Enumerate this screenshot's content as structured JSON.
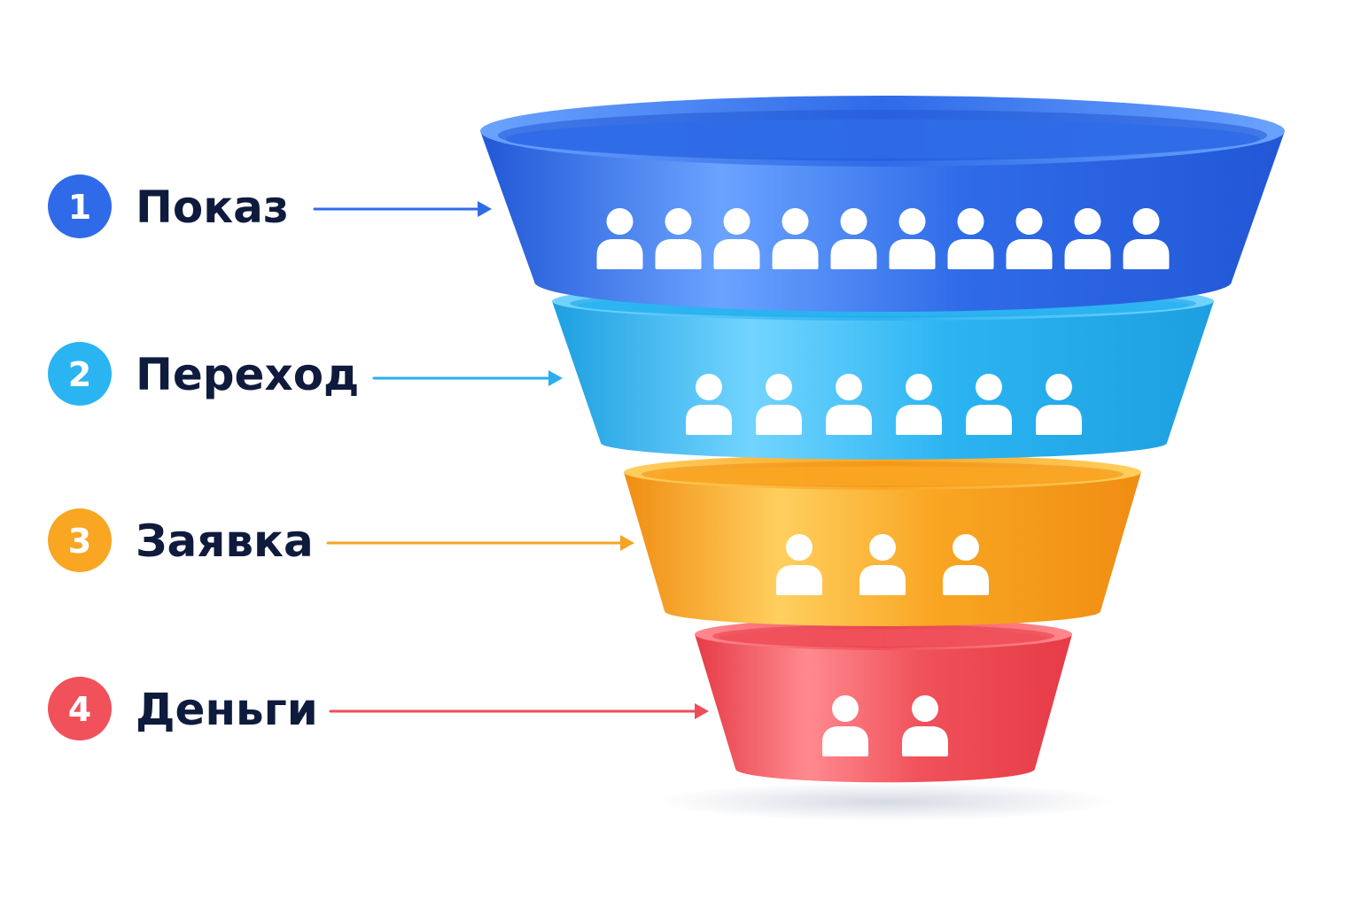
{
  "stages": [
    {
      "number": "1",
      "label": "Показ",
      "people": 10,
      "color": "#2f6be8",
      "light": "#6aa3ff",
      "dark": "#2257d6",
      "arrow": "#2f6be8"
    },
    {
      "number": "2",
      "label": "Переход",
      "people": 6,
      "color": "#2bb4f2",
      "light": "#72d4ff",
      "dark": "#1d9fe0",
      "arrow": "#2aaef0"
    },
    {
      "number": "3",
      "label": "Заявка",
      "people": 3,
      "color": "#f9a623",
      "light": "#ffcf5e",
      "dark": "#f08d12",
      "arrow": "#f5a524"
    },
    {
      "number": "4",
      "label": "Деньги",
      "people": 2,
      "color": "#f0515a",
      "light": "#ff8a8f",
      "dark": "#e63b47",
      "arrow": "#ef4d57"
    }
  ],
  "icons": {
    "person": "person-icon",
    "arrow": "arrow-right-icon"
  }
}
